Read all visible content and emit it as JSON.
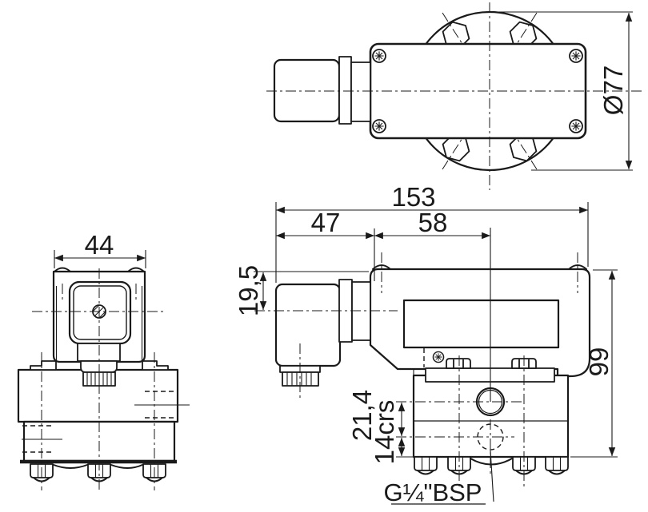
{
  "title": "pressure-switch dimensional drawing",
  "colors": {
    "background": "#ffffff",
    "line": "#1a1a1a"
  },
  "dims": {
    "top_diameter": "Ø77",
    "overall_length": "153",
    "connector_offset": "47",
    "port_center_offset": "58",
    "connector_center_height": "19,5",
    "overall_height": "99",
    "port_centers": "21,4",
    "port_base_height": "14crs",
    "front_width": "44",
    "port_thread": "G¼\"BSP"
  }
}
